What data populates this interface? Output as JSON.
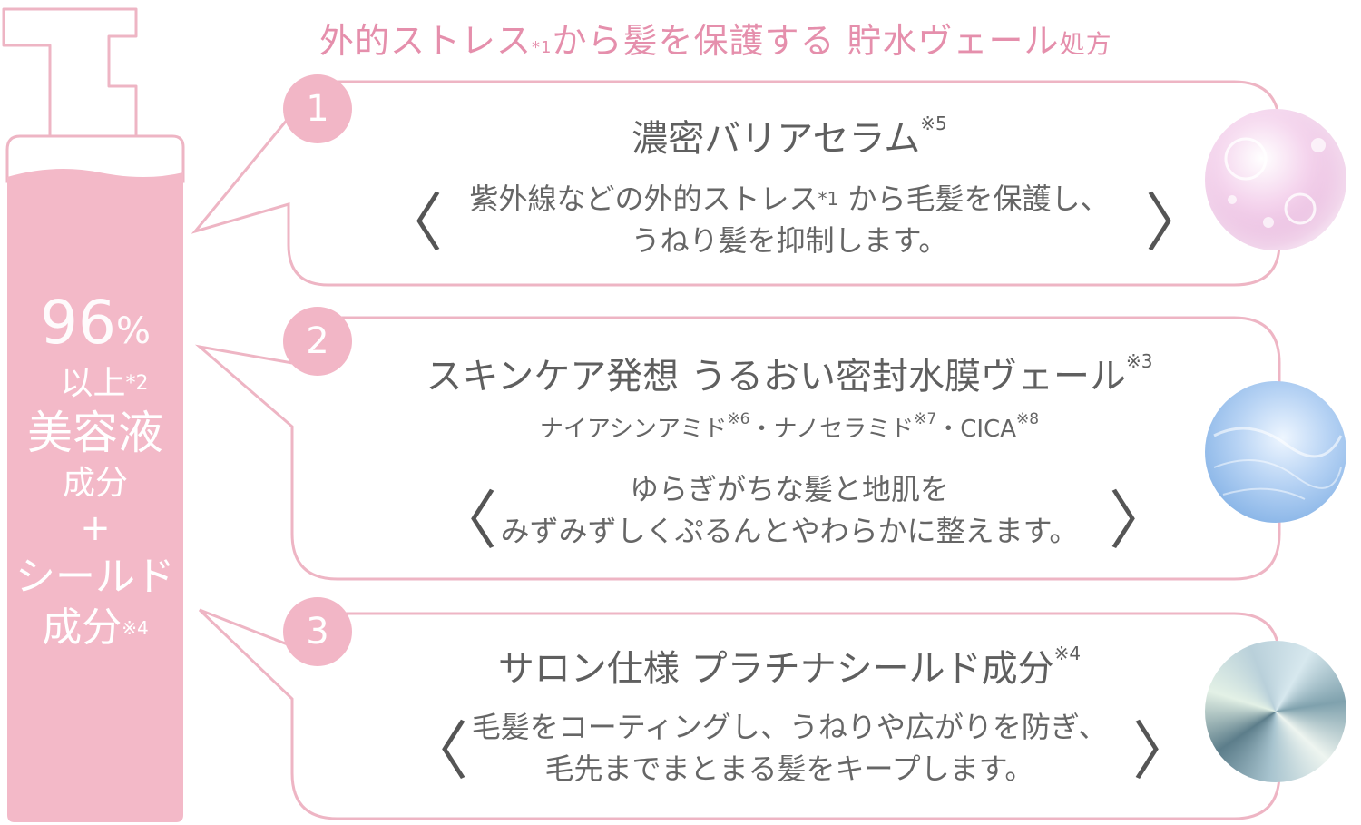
{
  "headline": {
    "part1": "外的ストレス",
    "note1": "*1",
    "part2": "から髪を保護する 貯水ヴェール",
    "part3": "処方"
  },
  "bottle": {
    "percent": "96",
    "percent_sign": "%",
    "line2": "以上",
    "line2_note": "*2",
    "line3": "美容液",
    "line4": "成分",
    "line5": "+",
    "line6": "シールド",
    "line7": "成分",
    "line7_note": "※4"
  },
  "items": [
    {
      "number": "1",
      "title": "濃密バリアセラム",
      "title_note": "※5",
      "description_line1": "紫外線などの外的ストレス",
      "description_note": "*1",
      "description_line1b": " から毛髪を保護し、",
      "description_line2": "うねり髪を抑制します。",
      "image": "pink-bubbles-image"
    },
    {
      "number": "2",
      "title": "スキンケア発想 うるおい密封水膜ヴェール",
      "title_note": "※3",
      "ingredients": [
        {
          "name": "ナイアシンアミド",
          "note": "※6"
        },
        {
          "name": "ナノセラミド",
          "note": "※7"
        },
        {
          "name": "CICA",
          "note": "※8"
        }
      ],
      "ingredient_separator": "・",
      "description_line1": "ゆらぎがちな髪と地肌を",
      "description_line2": "みずみずしくぷるんとやわらかに整えます。",
      "image": "blue-water-image"
    },
    {
      "number": "3",
      "title": "サロン仕様 プラチナシールド成分",
      "title_note": "※4",
      "description_line1": "毛髪をコーティングし、うねりや広がりを防ぎ、",
      "description_line2": "毛先までまとまる髪をキープします。",
      "image": "platinum-crystal-image"
    }
  ],
  "brackets": {
    "open": "〈",
    "close": "〉"
  },
  "colors": {
    "pink": "#f2b6c6",
    "pink_line": "#eeb5c4",
    "headline": "#e58fac",
    "text": "#5f5f5f"
  }
}
